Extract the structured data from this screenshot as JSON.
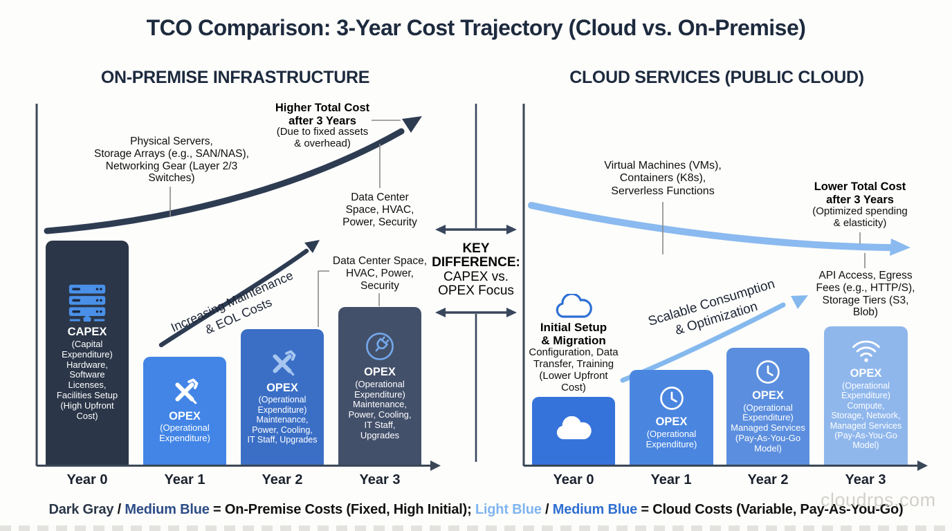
{
  "title": "TCO Comparison: 3-Year Cost Trajectory (Cloud vs. On-Premise)",
  "watermark": "cloudrps.com",
  "divider": {
    "heading": "KEY\nDIFFERENCE:",
    "sub": "CAPEX vs.\nOPEX Focus"
  },
  "legend": {
    "dark_gray": "Dark Gray",
    "sep1": " / ",
    "medium_blue_1": "Medium Blue",
    "onprem_text": " = On-Premise Costs (Fixed, High Initial); ",
    "light_blue": "Light Blue",
    "sep2": " / ",
    "medium_blue_2": "Medium Blue",
    "cloud_text": " = Cloud Costs (Variable, Pay-As-You-Go)"
  },
  "colors": {
    "dark_gray": "#2b3648",
    "medium_blue_dark": "#2d4c86",
    "light_blue": "#7fb5f0",
    "medium_blue_bright": "#2f6fd2",
    "onprem_arrow": "#2e3c52",
    "cloud_arrow": "#85b9ee"
  },
  "onprem": {
    "header": "ON-PREMISE INFRASTRUCTURE",
    "top_callout": "Physical Servers,\nStorage Arrays (e.g., SAN/NAS),\nNetworking Gear (Layer 2/3\nSwitches)",
    "higher_cost_bold": "Higher Total Cost\nafter 3 Years",
    "higher_cost_sub": "(Due to fixed assets\n& overhead)",
    "dc_callout_1": "Data Center\nSpace, HVAC,\nPower, Security",
    "dc_callout_2": "Data Center Space,\nHVAC, Power,\nSecurity",
    "arrow_label": "Increasing Maintenance\n& EOL Costs",
    "bars": [
      {
        "year": "Year 0",
        "icon": "server",
        "title": "CAPEX",
        "lines": "(Capital\nExpenditure)\nHardware,\nSoftware\nLicenses,\nFacilities Setup\n(High Upfront\nCost)"
      },
      {
        "year": "Year 1",
        "icon": "tools",
        "title": "OPEX",
        "lines": "(Operational\nExpenditure)"
      },
      {
        "year": "Year 2",
        "icon": "tools",
        "title": "OPEX",
        "lines": "(Operational\nExpenditure)\nMaintenance,\nPower, Cooling,\nIT Staff, Upgrades"
      },
      {
        "year": "Year 3",
        "icon": "plug",
        "title": "OPEX",
        "lines": "(Operational\nExpenditure)\nMaintenance,\nPower, Cooling,\nIT Staff,\nUpgrades"
      }
    ]
  },
  "cloud": {
    "header": "CLOUD SERVICES (PUBLIC CLOUD)",
    "top_callout": "Virtual Machines (VMs),\nContainers (K8s),\nServerless Functions",
    "lower_cost_bold": "Lower Total Cost\nafter 3 Years",
    "lower_cost_sub": "(Optimized spending\n& elasticity)",
    "api_callout": "API Access, Egress\nFees (e.g., HTTP/S),\nStorage Tiers (S3,\nBlob)",
    "arrow_label": "Scalable Consumption\n& Optimization",
    "setup_bold": "Initial Setup\n& Migration",
    "setup_sub": "Configuration, Data\nTransfer, Training\n(Lower Upfront\nCost)",
    "bars": [
      {
        "year": "Year 0",
        "icon": "cloud",
        "title": "",
        "lines": ""
      },
      {
        "year": "Year 1",
        "icon": "clock",
        "title": "OPEX",
        "lines": "(Operational\nExpenditure)"
      },
      {
        "year": "Year 2",
        "icon": "clock",
        "title": "OPEX",
        "lines": "(Operational\nExpenditure)\nManaged Services\n(Pay-As-You-Go\nModel)"
      },
      {
        "year": "Year 3",
        "icon": "wifi",
        "title": "OPEX",
        "lines": "(Operational\nExpenditure)\nCompute,\nStorage, Network,\nManaged Services\n(Pay-As-You-Go\nModel)"
      }
    ]
  }
}
